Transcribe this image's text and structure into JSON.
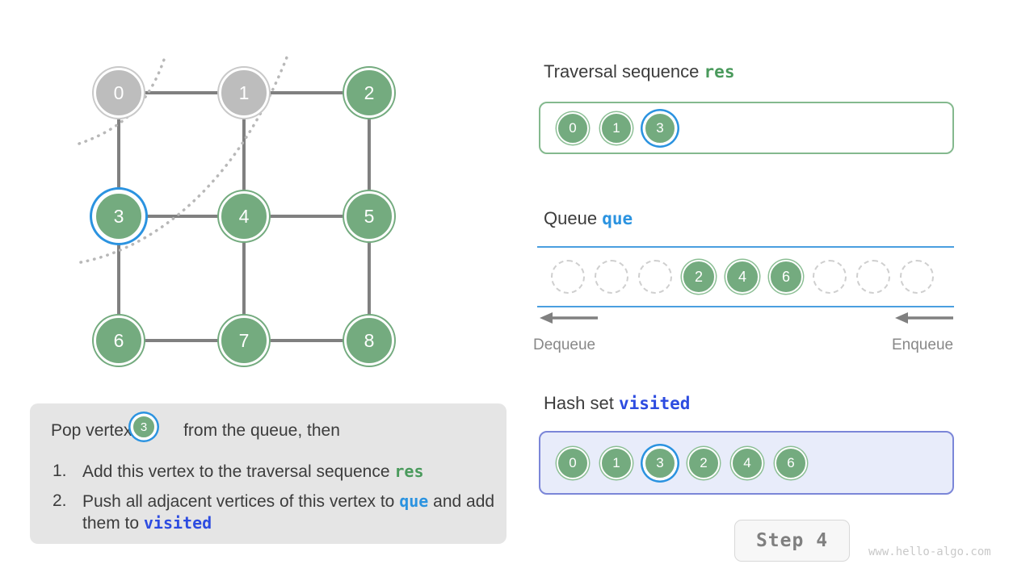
{
  "graph": {
    "nodes": [
      {
        "id": "0",
        "label": "0",
        "col": 0,
        "row": 0,
        "state": "visited-popped",
        "highlighted": false
      },
      {
        "id": "1",
        "label": "1",
        "col": 1,
        "row": 0,
        "state": "visited-popped",
        "highlighted": false
      },
      {
        "id": "2",
        "label": "2",
        "col": 2,
        "row": 0,
        "state": "in-queue",
        "highlighted": false
      },
      {
        "id": "3",
        "label": "3",
        "col": 0,
        "row": 1,
        "state": "current",
        "highlighted": true
      },
      {
        "id": "4",
        "label": "4",
        "col": 1,
        "row": 1,
        "state": "in-queue",
        "highlighted": false
      },
      {
        "id": "5",
        "label": "5",
        "col": 2,
        "row": 1,
        "state": "unvisited",
        "highlighted": false
      },
      {
        "id": "6",
        "label": "6",
        "col": 0,
        "row": 2,
        "state": "in-queue",
        "highlighted": false
      },
      {
        "id": "7",
        "label": "7",
        "col": 1,
        "row": 2,
        "state": "unvisited",
        "highlighted": false
      },
      {
        "id": "8",
        "label": "8",
        "col": 2,
        "row": 2,
        "state": "unvisited",
        "highlighted": false
      }
    ],
    "edges": [
      [
        "0",
        "1"
      ],
      [
        "1",
        "2"
      ],
      [
        "0",
        "3"
      ],
      [
        "1",
        "4"
      ],
      [
        "2",
        "5"
      ],
      [
        "3",
        "4"
      ],
      [
        "4",
        "5"
      ],
      [
        "3",
        "6"
      ],
      [
        "4",
        "7"
      ],
      [
        "5",
        "8"
      ],
      [
        "6",
        "7"
      ],
      [
        "7",
        "8"
      ]
    ],
    "frontier_curves": 2
  },
  "res": {
    "title_text": "Traversal sequence",
    "title_var": "res",
    "items": [
      "0",
      "1",
      "3"
    ],
    "highlighted_index": 2,
    "capacity_visible": 3
  },
  "queue": {
    "title_text": "Queue",
    "title_var": "que",
    "slots": 9,
    "items": [
      {
        "slot": 0,
        "label": "",
        "filled": false
      },
      {
        "slot": 1,
        "label": "",
        "filled": false
      },
      {
        "slot": 2,
        "label": "",
        "filled": false
      },
      {
        "slot": 3,
        "label": "2",
        "filled": true
      },
      {
        "slot": 4,
        "label": "4",
        "filled": true
      },
      {
        "slot": 5,
        "label": "6",
        "filled": true
      },
      {
        "slot": 6,
        "label": "",
        "filled": false
      },
      {
        "slot": 7,
        "label": "",
        "filled": false
      },
      {
        "slot": 8,
        "label": "",
        "filled": false
      }
    ],
    "dequeue_label": "Dequeue",
    "enqueue_label": "Enqueue"
  },
  "visited": {
    "title_text": "Hash set",
    "title_var": "visited",
    "items": [
      "0",
      "1",
      "3",
      "2",
      "4",
      "6"
    ],
    "highlighted_index": 2
  },
  "description": {
    "line1_before": "Pop vertex",
    "line1_chip": "3",
    "line1_after": "from the queue, then",
    "item1_num": "1.",
    "item1_text": "Add this vertex to the traversal sequence",
    "item1_var": "res",
    "item2_num": "2.",
    "item2_text_a": "Push all adjacent vertices of this vertex to",
    "item2_var_a": "que",
    "item2_text_b": "and add them to",
    "item2_var_b": "visited"
  },
  "step": {
    "label": "Step 4"
  },
  "watermark": {
    "text": "www.hello-algo.com"
  },
  "colors": {
    "node_green": "#74ab7f",
    "node_gray": "#bdbdbd",
    "highlight_blue": "#2b93e0",
    "res_border": "#84b98e",
    "queue_rail": "#4a9fe0",
    "visited_border": "#7b86d8",
    "visited_fill": "#e8ecfa",
    "desc_bg": "#e5e5e5",
    "edge_gray": "#808080",
    "mono_green": "#4a9a5c",
    "mono_blue": "#2b93e0",
    "mono_indigo": "#2d4ce0",
    "text": "#3c3c3c"
  }
}
